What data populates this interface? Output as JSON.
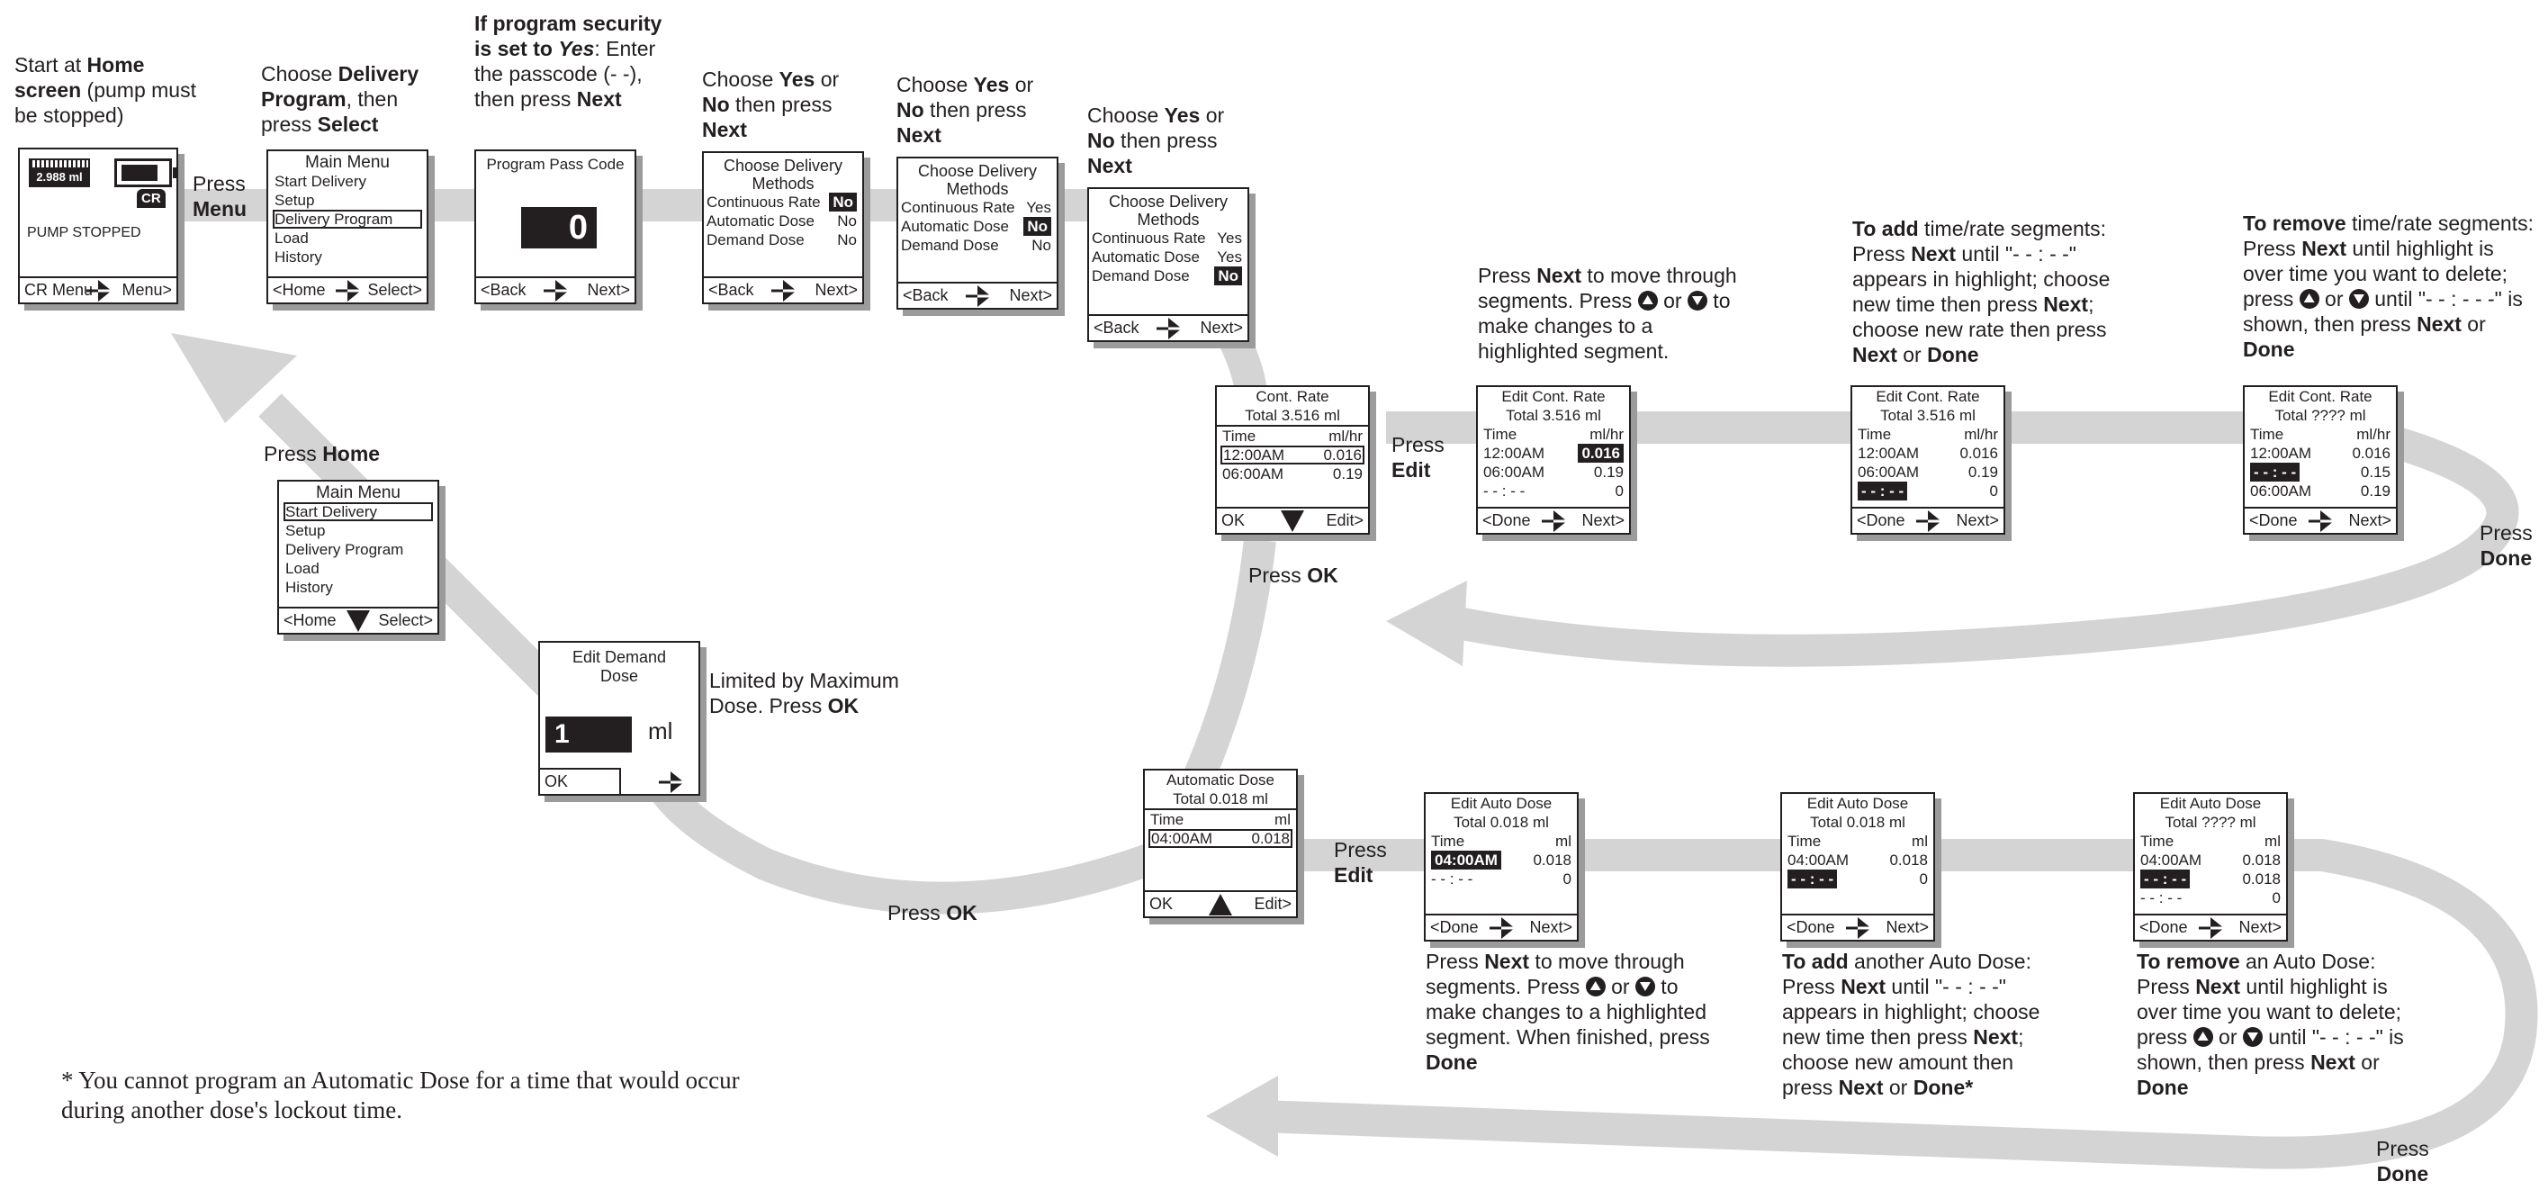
{
  "labels": {
    "home_step": [
      "Start at ",
      "Home screen",
      " (pump must be stopped)"
    ],
    "s2": [
      "Choose ",
      "Delivery Program",
      ", then press ",
      "Select"
    ],
    "s3": [
      "If program security is set to ",
      "Yes",
      ": Enter the passcode (- -), then press ",
      "Next"
    ],
    "s4": [
      "Choose ",
      "Yes",
      " or ",
      "No",
      " then press ",
      "Next"
    ],
    "press_menu": [
      "Press",
      "Menu"
    ],
    "press_home": [
      "Press ",
      "Home"
    ],
    "limited": [
      "Limited by Maximum Dose. Press ",
      "OK"
    ],
    "press_ok": [
      "Press ",
      "OK"
    ],
    "press_edit": [
      "Press",
      "Edit"
    ],
    "press_done": [
      "Press",
      "Done"
    ],
    "cr_next": [
      "Press ",
      "Next",
      " to move through segments. Press ",
      " or ",
      " to make changes to a highlighted segment."
    ],
    "cr_add": [
      "To add",
      " time/rate segments: Press ",
      "Next",
      " until \"- - : - -\" appears in highlight; choose new time then press ",
      "Next",
      "; choose new rate then press ",
      "Next",
      " or ",
      "Done"
    ],
    "cr_remove": [
      "To remove",
      " time/rate segments: Press ",
      "Next",
      " until highlight is over time you want to delete; press ",
      " or ",
      " until \"- - : - - -\" is shown, then press ",
      "Next",
      " or ",
      "Done"
    ],
    "ad_next": [
      "Press ",
      "Next",
      " to move through segments. Press ",
      " or ",
      " to make changes to a highlighted segment. When finished, press ",
      "Done"
    ],
    "ad_add": [
      "To add",
      " another Auto Dose: Press ",
      "Next",
      " until \"- - : - -\" appears in highlight; choose new time then press ",
      "Next",
      "; choose new amount then press ",
      "Next",
      " or ",
      "Done*"
    ],
    "ad_remove": [
      "To remove",
      " an Auto Dose: Press ",
      "Next",
      " until highlight is over time you want to delete; press ",
      " or ",
      " until \"- - : - -\" is shown, then press ",
      "Next",
      " or ",
      "Done"
    ],
    "footnote": "* You cannot program an Automatic Dose for a time that would occur during another dose's lockout time."
  },
  "screens": {
    "home": {
      "volume": "2.988 ml",
      "badge": "CR",
      "status": "PUMP STOPPED",
      "left": "CR Menu",
      "right": "Menu>",
      "icons": [
        "reservoir-icon",
        "battery-icon",
        "up-down-arrows-icon"
      ]
    },
    "main_menu": {
      "title": "Main Menu",
      "items": [
        "Start Delivery",
        "Setup",
        "Delivery Program",
        "Load",
        "History"
      ],
      "left": "<Home",
      "right": "Select>"
    },
    "passcode": {
      "title": "Program Pass Code",
      "value": "0",
      "left": "<Back",
      "right": "Next>"
    },
    "methods_title": "Choose Delivery Methods",
    "methods": [
      "Continuous Rate",
      "Automatic Dose",
      "Demand Dose"
    ],
    "methods1": [
      "No",
      "No",
      "No"
    ],
    "methods2": [
      "Yes",
      "No",
      "No"
    ],
    "methods3": [
      "Yes",
      "Yes",
      "No"
    ],
    "methods_left": "<Back",
    "methods_right": "Next>",
    "main_menu2": {
      "title": "Main Menu",
      "items": [
        "Start Delivery",
        "Setup",
        "Delivery Program",
        "Load",
        "History"
      ],
      "left": "<Home",
      "right": "Select>"
    },
    "demand": {
      "title": "Edit Demand Dose",
      "value": "1",
      "unit": "ml",
      "left": "OK"
    },
    "cont_rate": {
      "title": "Cont. Rate",
      "total": "Total 3.516 ml",
      "col1": "Time",
      "col2": "ml/hr",
      "rows": [
        [
          "12:00AM",
          "0.016"
        ],
        [
          "06:00AM",
          "0.19"
        ]
      ],
      "left": "OK",
      "right": "Edit>"
    },
    "edit_cr1": {
      "title": "Edit Cont. Rate",
      "total": "Total 3.516 ml",
      "rows": [
        [
          "12:00AM",
          "0.016"
        ],
        [
          "06:00AM",
          "0.19"
        ],
        [
          "- - : - -",
          "0"
        ]
      ],
      "left": "<Done",
      "right": "Next>"
    },
    "edit_cr2": {
      "title": "Edit Cont. Rate",
      "total": "Total 3.516 ml",
      "rows": [
        [
          "12:00AM",
          "0.016"
        ],
        [
          "06:00AM",
          "0.19"
        ],
        [
          "- - : - -",
          "0"
        ]
      ],
      "left": "<Done",
      "right": "Next>"
    },
    "edit_cr3": {
      "title": "Edit Cont. Rate",
      "total": "Total ???? ml",
      "rows": [
        [
          "12:00AM",
          "0.016"
        ],
        [
          "- - : - -",
          "0.15"
        ],
        [
          "06:00AM",
          "0.19"
        ]
      ],
      "left": "<Done",
      "right": "Next>"
    },
    "auto_dose": {
      "title": "Automatic Dose",
      "total": "Total 0.018 ml",
      "col1": "Time",
      "col2": "ml",
      "rows": [
        [
          "04:00AM",
          "0.018"
        ]
      ],
      "left": "OK",
      "right": "Edit>"
    },
    "edit_ad1": {
      "title": "Edit Auto Dose",
      "total": "Total 0.018 ml",
      "col2": "ml",
      "rows": [
        [
          "04:00AM",
          "0.018"
        ],
        [
          "- - : - -",
          "0"
        ]
      ],
      "left": "<Done",
      "right": "Next>"
    },
    "edit_ad2": {
      "title": "Edit Auto Dose",
      "total": "Total 0.018 ml",
      "rows": [
        [
          "04:00AM",
          "0.018"
        ],
        [
          "- - : - -",
          "0"
        ]
      ],
      "left": "<Done",
      "right": "Next>"
    },
    "edit_ad3": {
      "title": "Edit Auto Dose",
      "total": "Total ???? ml",
      "rows": [
        [
          "04:00AM",
          "0.018"
        ],
        [
          "- - : - -",
          "0.018"
        ],
        [
          "- - : - -",
          "0"
        ]
      ],
      "left": "<Done",
      "right": "Next>"
    }
  },
  "colors": {
    "flow": "#d3d3d3",
    "ink": "#231f20",
    "shadow": "#9b9b9b"
  }
}
